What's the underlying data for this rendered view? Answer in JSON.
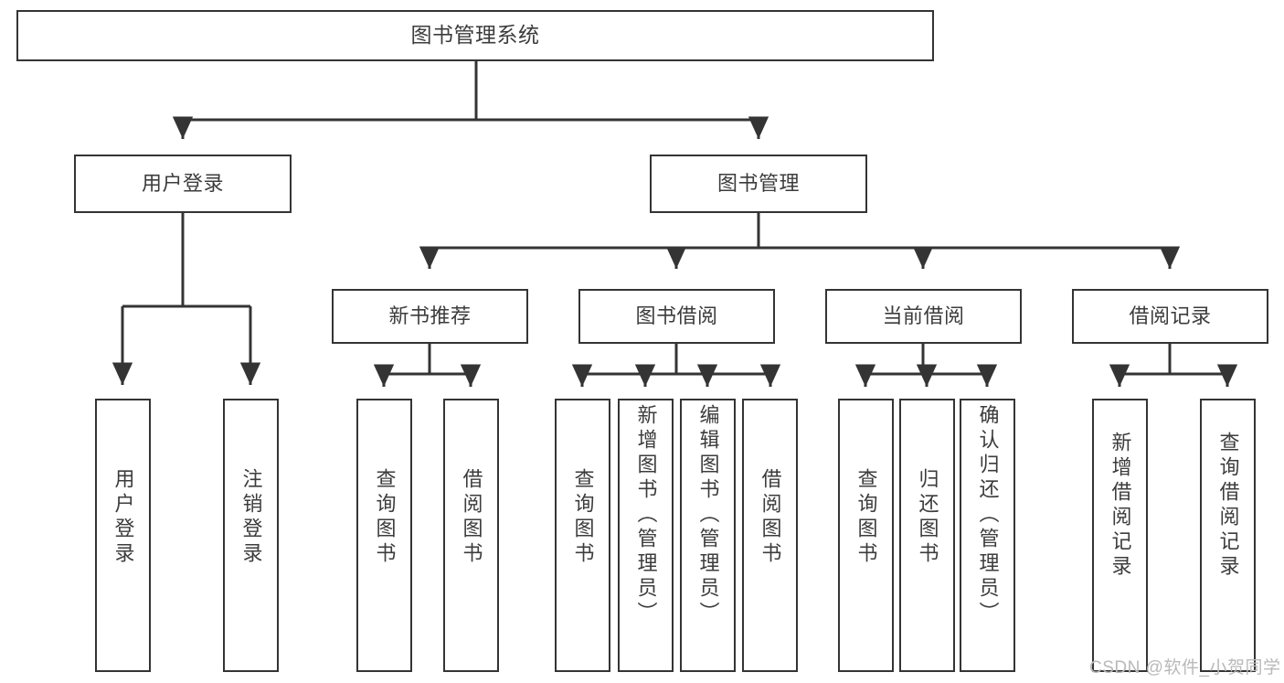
{
  "diagram": {
    "title": "图书管理系统",
    "type": "tree-hierarchy",
    "root": {
      "label": "图书管理系统"
    },
    "level2": [
      {
        "label": "用户登录"
      },
      {
        "label": "图书管理"
      }
    ],
    "level3": [
      {
        "label": "新书推荐"
      },
      {
        "label": "图书借阅"
      },
      {
        "label": "当前借阅"
      },
      {
        "label": "借阅记录"
      }
    ],
    "leaves": {
      "user_login": [
        {
          "label": "用户登录"
        },
        {
          "label": "注销登录"
        }
      ],
      "new_book_recommend": [
        {
          "label": "查询图书"
        },
        {
          "label": "借阅图书"
        }
      ],
      "book_borrow": [
        {
          "label": "查询图书"
        },
        {
          "label": "新增图书（管理员）"
        },
        {
          "label": "编辑图书（管理员）"
        },
        {
          "label": "借阅图书"
        }
      ],
      "current_borrow": [
        {
          "label": "查询图书"
        },
        {
          "label": "归还图书"
        },
        {
          "label": "确认归还（管理员）"
        }
      ],
      "borrow_record": [
        {
          "label": "新增借阅记录"
        },
        {
          "label": "查询借阅记录"
        }
      ]
    }
  },
  "watermark": {
    "text": "CSDN @软件_小贺同学"
  },
  "colors": {
    "line": "#343434",
    "text": "#3c3c3c",
    "background": "#ffffff",
    "watermark": "#b9b9b9"
  }
}
